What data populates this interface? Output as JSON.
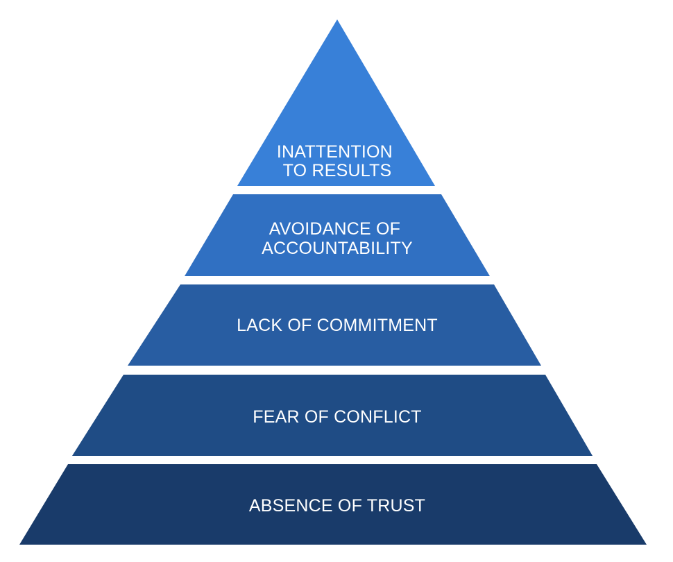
{
  "pyramid": {
    "levels": [
      {
        "lines": [
          "INATTENTION",
          "TO RESULTS"
        ],
        "color": "#3880D8"
      },
      {
        "lines": [
          "AVOIDANCE OF",
          "ACCOUNTABILITY"
        ],
        "color": "#3070C2"
      },
      {
        "lines": [
          "LACK OF COMMITMENT"
        ],
        "color": "#285DA2"
      },
      {
        "lines": [
          "FEAR OF CONFLICT"
        ],
        "color": "#1F4C85"
      },
      {
        "lines": [
          "ABSENCE OF TRUST"
        ],
        "color": "#193B6A"
      }
    ]
  }
}
